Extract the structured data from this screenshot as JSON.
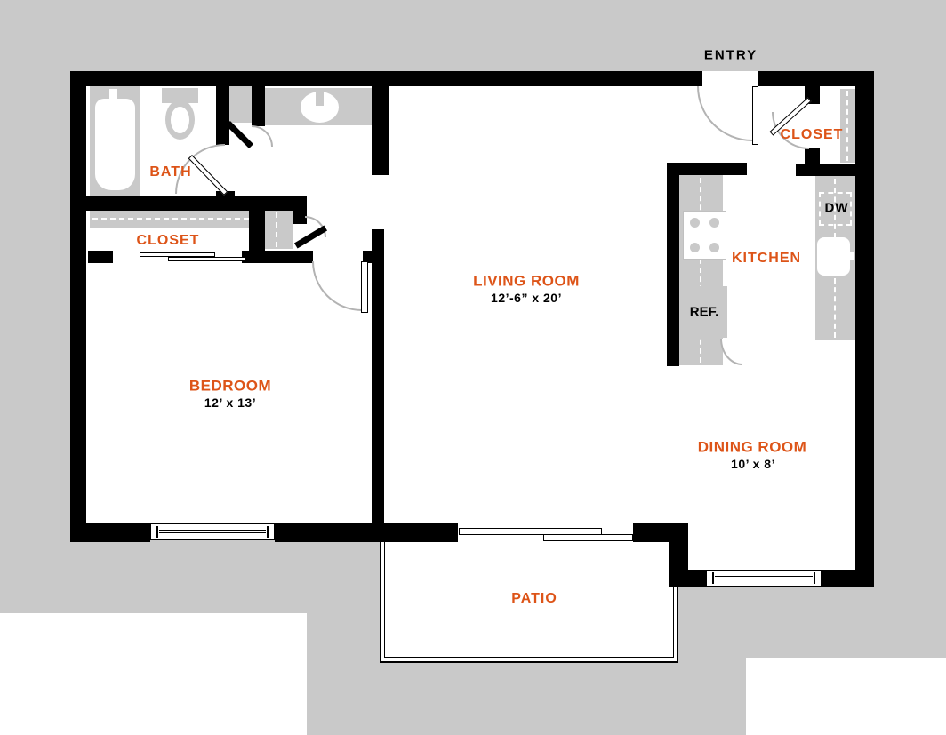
{
  "palette": {
    "background": "#c9c9c9",
    "walls": "#000000",
    "room_label_color": "#dd5418",
    "dimension_label_color": "#000000",
    "door_arc_color": "#b3b3b3"
  },
  "rooms": {
    "living_room": {
      "name": "LIVING ROOM",
      "dims": "12’-6” x 20’"
    },
    "bedroom": {
      "name": "BEDROOM",
      "dims": "12’ x 13’"
    },
    "dining_room": {
      "name": "DINING ROOM",
      "dims": "10’ x 8’"
    },
    "kitchen": {
      "name": "KITCHEN"
    },
    "bath": {
      "name": "BATH"
    },
    "patio": {
      "name": "PATIO"
    },
    "bedroom_closet": {
      "name": "CLOSET"
    },
    "entry_closet": {
      "name": "CLOSET"
    }
  },
  "annotations": {
    "entry": "ENTRY",
    "refrigerator": "REF.",
    "dishwasher": "DW"
  }
}
